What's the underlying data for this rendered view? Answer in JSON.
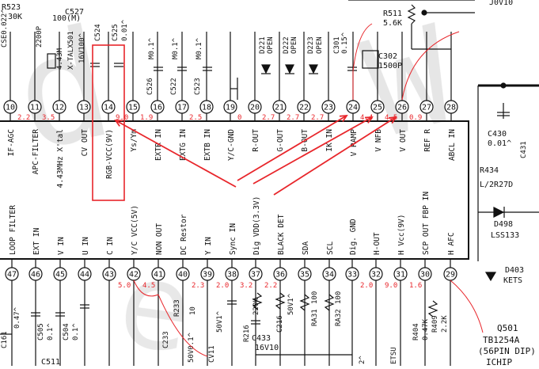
{
  "colors": {
    "ink": "#111111",
    "red": "#e8262b",
    "wm": "#c9c9c9",
    "bg": "#ffffff"
  },
  "watermark": [
    "d",
    "e",
    "W"
  ],
  "top_components": [
    "R523",
    "30K",
    "CSE0.022^",
    "2200P",
    "4.43M",
    "X-TALX501",
    "C527",
    "100(M)",
    "16V100^",
    "C524",
    "C525",
    "0.01^",
    "M0.1^",
    "C526",
    "C522",
    "M0.1^",
    "C523",
    "M0.1^",
    "D221",
    "OPEN",
    "D222",
    "OPEN",
    "D223",
    "OPEN",
    "C301",
    "0.15^",
    "C302",
    "1500P",
    "R511",
    "5.6K",
    "J0V10"
  ],
  "top_pins": [
    {
      "num": "10",
      "label": "IF-AGC",
      "v": "2.2"
    },
    {
      "num": "11",
      "label": "APC-FILTER",
      "v": "3.5"
    },
    {
      "num": "12",
      "label": "4.43MHz X'tal",
      "v": ""
    },
    {
      "num": "13",
      "label": "CV OUT",
      "v": ""
    },
    {
      "num": "14",
      "label": "RGB-VCC(9V)",
      "v": "9.0"
    },
    {
      "num": "15",
      "label": "Ys/Ym",
      "v": "1.9"
    },
    {
      "num": "16",
      "label": "EXTR IN",
      "v": ""
    },
    {
      "num": "17",
      "label": "EXTG IN",
      "v": "2.5"
    },
    {
      "num": "18",
      "label": "EXTB IN",
      "v": ""
    },
    {
      "num": "19",
      "label": "Y/C-GND",
      "v": "0"
    },
    {
      "num": "20",
      "label": "R-OUT",
      "v": "2.7"
    },
    {
      "num": "21",
      "label": "G-OUT",
      "v": "2.7"
    },
    {
      "num": "22",
      "label": "B-OUT",
      "v": "2.7"
    },
    {
      "num": "23",
      "label": "IK IN",
      "v": ""
    },
    {
      "num": "24",
      "label": "V RAMP",
      "v": "4.4"
    },
    {
      "num": "25",
      "label": "V NFB",
      "v": "4.5"
    },
    {
      "num": "26",
      "label": "V OUT",
      "v": "0.9"
    },
    {
      "num": "27",
      "label": "REF R",
      "v": ""
    },
    {
      "num": "28",
      "label": "ABCL IN",
      "v": ""
    }
  ],
  "bottom_pins": [
    {
      "num": "47",
      "label": "LOOP FILTER",
      "v": ""
    },
    {
      "num": "46",
      "label": "EXT IN",
      "v": ""
    },
    {
      "num": "45",
      "label": "V IN",
      "v": ""
    },
    {
      "num": "44",
      "label": "U IN",
      "v": ""
    },
    {
      "num": "43",
      "label": "C IN",
      "v": ""
    },
    {
      "num": "42",
      "label": "Y/C VCC(5V)",
      "v": "5.0"
    },
    {
      "num": "41",
      "label": "NON OUT",
      "v": "4.5"
    },
    {
      "num": "40",
      "label": "DC Restor",
      "v": ""
    },
    {
      "num": "39",
      "label": "Y IN",
      "v": "2.3"
    },
    {
      "num": "38",
      "label": "Sync IN",
      "v": "2.0"
    },
    {
      "num": "37",
      "label": "Dig VDD(3.3V)",
      "v": "3.2"
    },
    {
      "num": "36",
      "label": "BLACK DET",
      "v": "2.2"
    },
    {
      "num": "35",
      "label": "SDA",
      "v": ""
    },
    {
      "num": "34",
      "label": "SCL",
      "v": ""
    },
    {
      "num": "33",
      "label": "Dig. GND",
      "v": ""
    },
    {
      "num": "32",
      "label": "H-OUT",
      "v": "2.0"
    },
    {
      "num": "31",
      "label": "H Vcc(9V)",
      "v": "9.0"
    },
    {
      "num": "30",
      "label": "SCP OUT FBP IN",
      "v": "1.6"
    },
    {
      "num": "29",
      "label": "H AFC",
      "v": ""
    }
  ],
  "bottom_components": [
    "C161",
    "0.47^",
    "C505",
    "0.1^",
    "C504",
    "0.1^",
    "C511",
    "C233",
    "R233",
    "50V0.1^",
    "10",
    "CV11",
    "50V1^",
    "R216",
    "220K",
    "C433",
    "16V10",
    "C216",
    "50V1^",
    "RA31",
    "100",
    "RA32",
    "100",
    "2^",
    "ETSU",
    "R404",
    "0.47K",
    "R409",
    "2.2K",
    "Q501",
    "TB1254A",
    "(56PIN DIP)",
    "ICHIP"
  ],
  "right_components": [
    "C430",
    "0.01^",
    "C431",
    "R434",
    "L/2R27D",
    "D498",
    "LSS133",
    "D403",
    "KETS"
  ]
}
